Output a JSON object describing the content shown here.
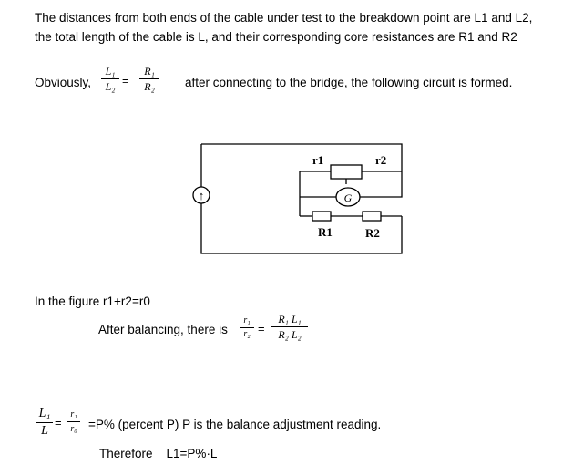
{
  "intro": "The distances from both ends of the cable under test to the breakdown point are L1 and L2, the total length of the cable is L, and their corresponding core resistances are R1 and R2",
  "obviously": {
    "label": "Obviously,",
    "lhs_num": "L₁",
    "lhs_den": "L₂",
    "equals": "=",
    "rhs_num": "R₁",
    "rhs_den": "R₂",
    "after": "after connecting to the bridge, the following circuit is formed."
  },
  "circuit": {
    "label_r1": "r1",
    "label_r2": "r2",
    "label_R1": "R1",
    "label_R2": "R2",
    "galvanometer": "G",
    "source_symbol": "↑"
  },
  "figure_note": "In the figure r1+r2=r0",
  "balance": {
    "text": "After balancing, there is",
    "lhs_num": "r₁",
    "lhs_den": "r₂",
    "equals": "=",
    "rhs_num": "R₁ L₁",
    "rhs_den": "R₂ L₂"
  },
  "ratio": {
    "a_num": "L₁",
    "a_den": "L",
    "equals": "=",
    "b_num": "r₁",
    "b_den": "r₀",
    "text": "=P% (percent P) P is the balance adjustment reading."
  },
  "therefore": "Therefore    L1=P%·L"
}
